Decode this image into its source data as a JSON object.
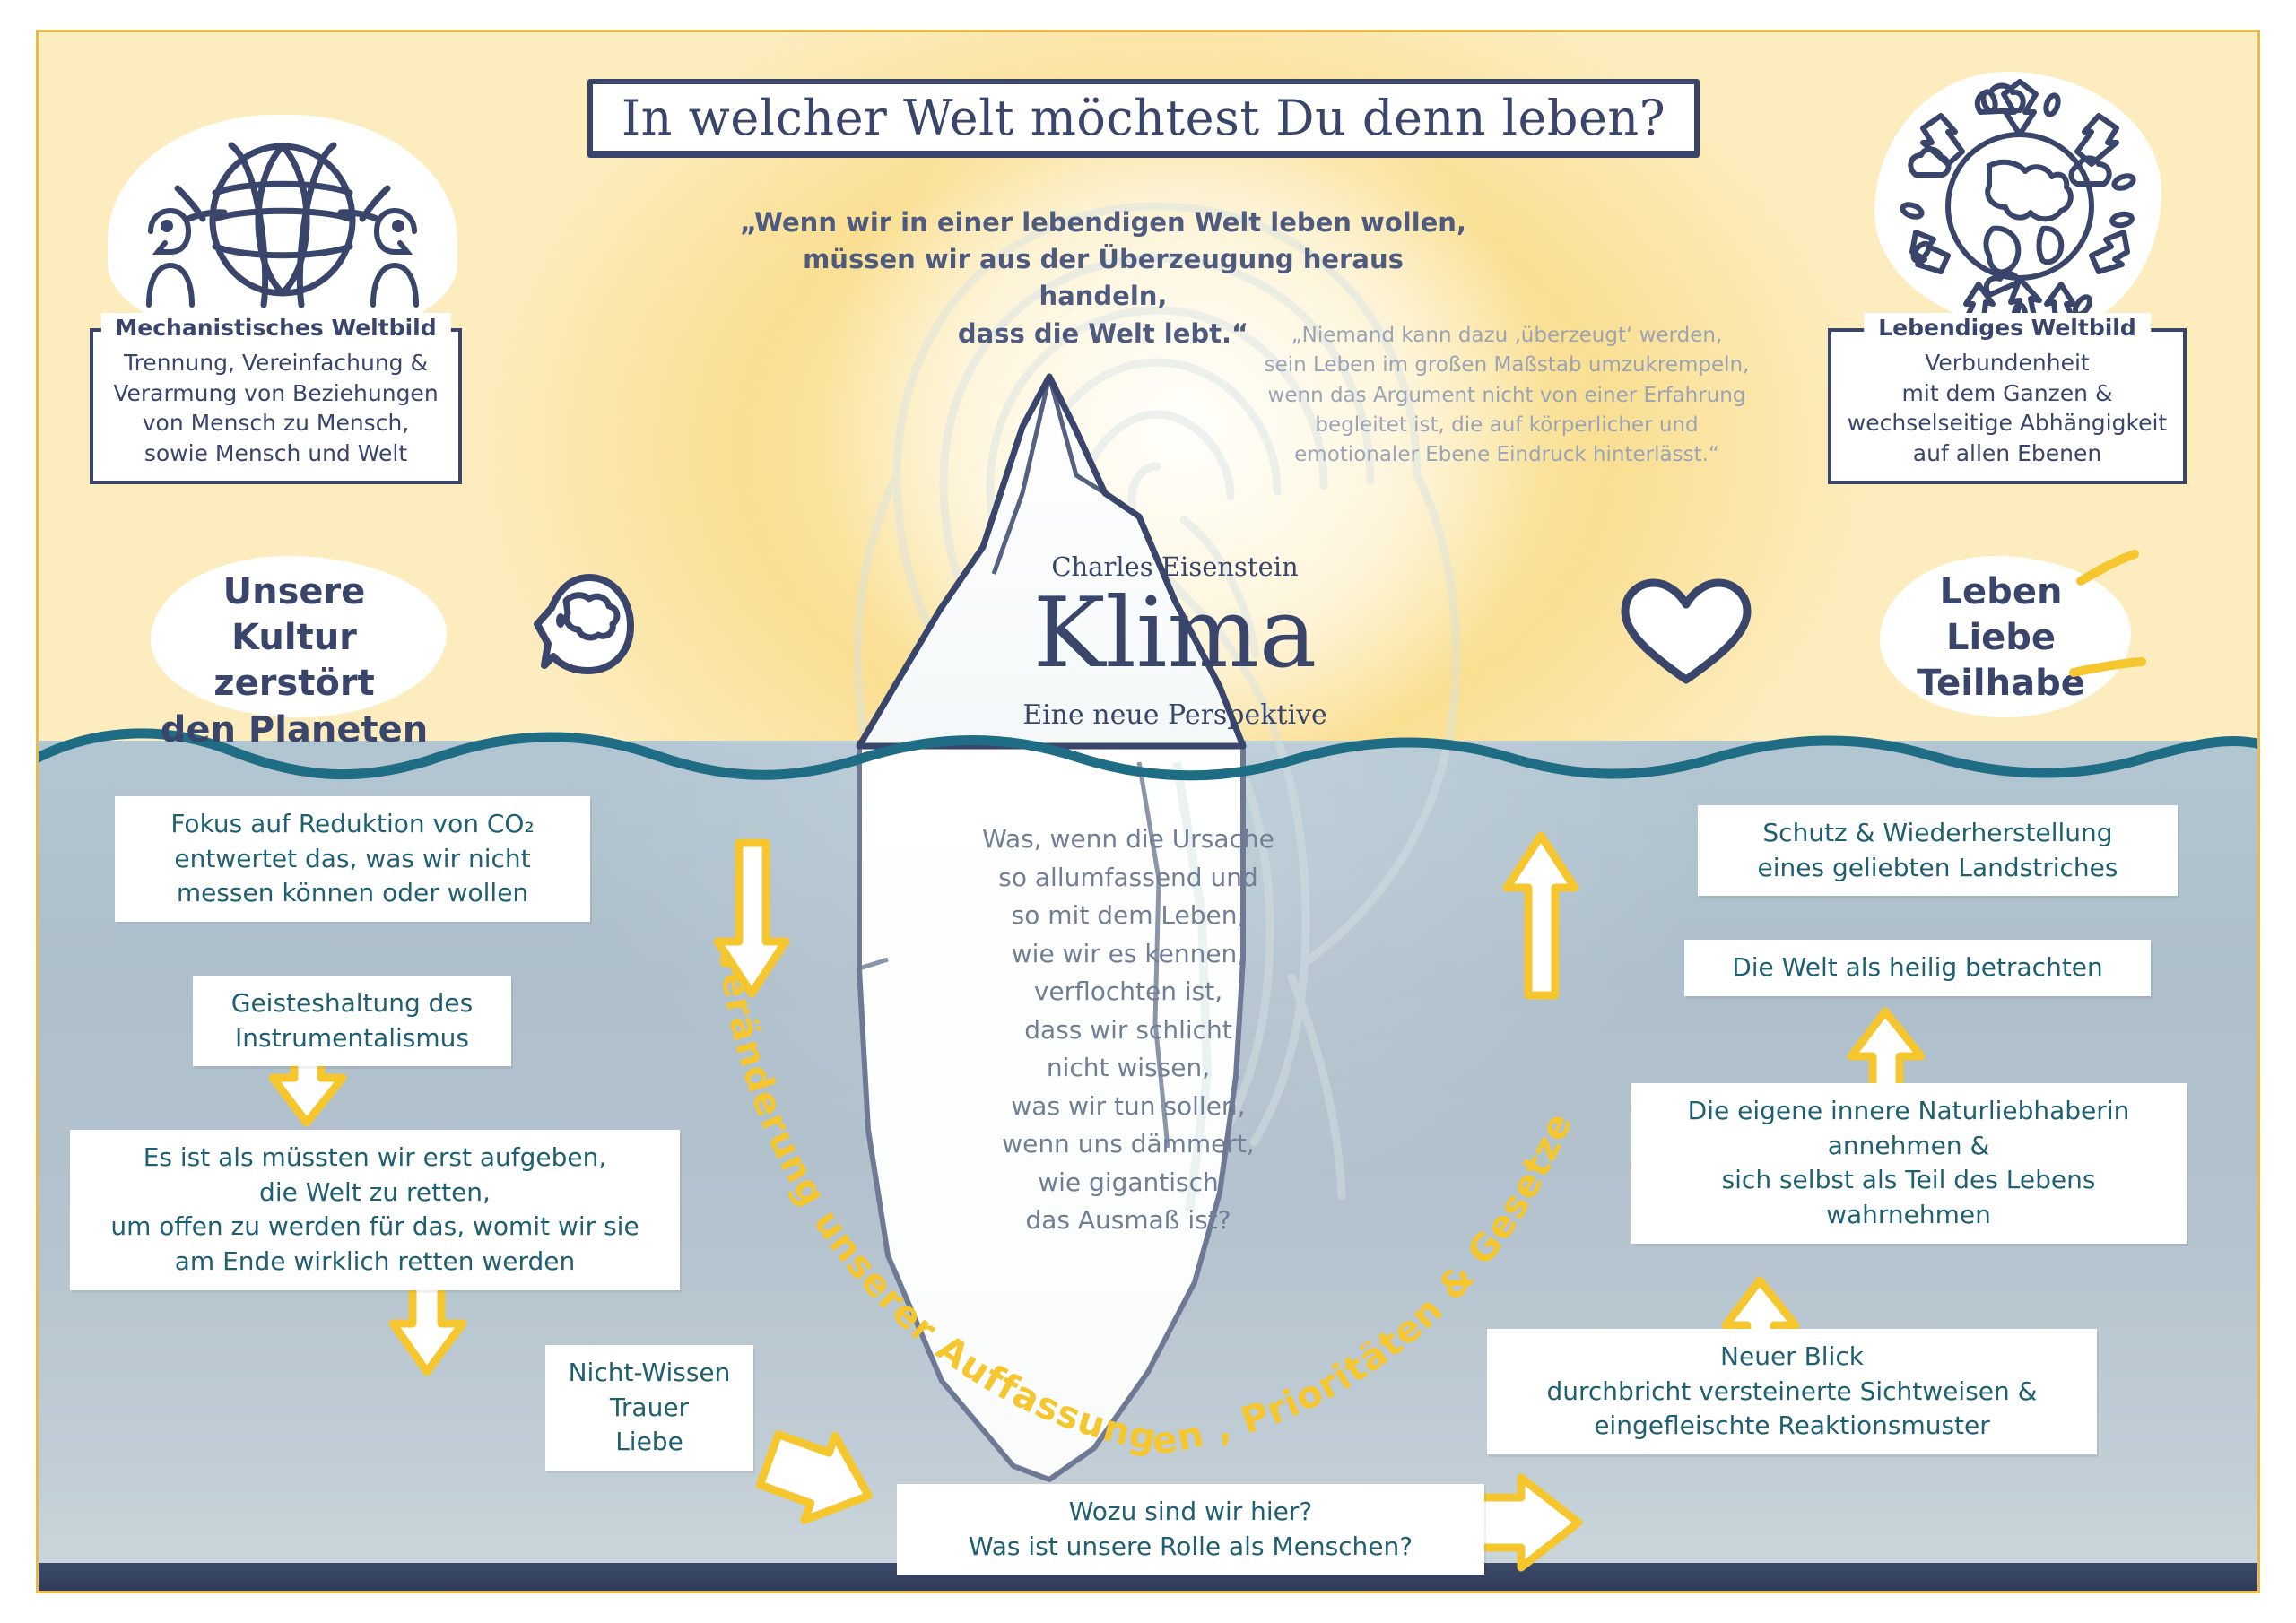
{
  "colors": {
    "ink": "#39456b",
    "accent_yellow": "#f8c73c",
    "sky": "#fadf92",
    "ocean": "#b2c6d2",
    "note_text": "#1f5f72",
    "muted_text": "#9aa4b4",
    "berg_text": "#717e96"
  },
  "header": {
    "title": "In welcher Welt möchtest Du denn leben?"
  },
  "quotes": {
    "main": [
      "„Wenn wir in einer lebendigen Welt leben wollen,",
      "müssen wir aus der Überzeugung heraus handeln,",
      "dass die Welt lebt.“"
    ],
    "side": [
      "„Niemand kann dazu ‚überzeugt‘ werden,",
      "sein Leben im großen Maßstab umzukrempeln,",
      "wenn das Argument nicht von einer Erfahrung",
      "begleitet ist, die auf körperlicher und",
      "emotionaler Ebene Eindruck hinterlässt.“"
    ]
  },
  "worldviews": {
    "left": {
      "title": "Mechanistisches Weltbild",
      "lines": [
        "Trennung, Vereinfachung &",
        "Verarmung von Beziehungen",
        "von Mensch zu Mensch,",
        "sowie Mensch und Welt"
      ],
      "icon": "mechanistic-globe-icon"
    },
    "right": {
      "title": "Lebendiges Weltbild",
      "lines": [
        "Verbundenheit",
        "mit dem Ganzen &",
        "wechselseitige Abhängigkeit",
        "auf allen Ebenen"
      ],
      "icon": "living-globe-icon"
    }
  },
  "slogans": {
    "left": [
      "Unsere Kultur",
      "zerstört",
      "den Planeten"
    ],
    "right": [
      "Leben",
      "Liebe",
      "Teilhabe"
    ]
  },
  "book": {
    "author": "Charles Eisenstein",
    "title": "Klima",
    "subtitle": "Eine neue Perspektive"
  },
  "iceberg_text": [
    "Was, wenn die Ursache",
    "so allumfassend und",
    "so mit dem Leben,",
    "wie wir es kennen,",
    "verflochten ist,",
    "dass wir schlicht",
    "nicht wissen,",
    "was wir tun sollen,",
    "wenn uns dämmert,",
    "wie gigantisch",
    "das Ausmaß ist?"
  ],
  "arc_label": "Veränderung unserer Auffassungen , Prioritäten & Gesetze",
  "notes": {
    "left": [
      {
        "id": "note-co2",
        "lines": [
          "Fokus auf Reduktion von CO₂",
          "entwertet das, was wir nicht",
          "messen können oder wollen"
        ]
      },
      {
        "id": "note-instrumentalismus",
        "lines": [
          "Geisteshaltung des",
          "Instrumentalismus"
        ]
      },
      {
        "id": "note-aufgeben",
        "lines": [
          "Es ist als müssten wir erst aufgeben,",
          "die Welt zu retten,",
          "um offen zu werden für das, womit wir sie",
          "am Ende wirklich retten werden"
        ]
      },
      {
        "id": "note-nichtwissen",
        "lines": [
          "Nicht-Wissen",
          "Trauer",
          "Liebe"
        ]
      }
    ],
    "bottom": {
      "id": "note-wozu",
      "lines": [
        "Wozu sind wir hier?",
        "Was ist unsere Rolle als Menschen?"
      ]
    },
    "right": [
      {
        "id": "note-schutz",
        "lines": [
          "Schutz & Wiederherstellung",
          "eines geliebten Landstriches"
        ]
      },
      {
        "id": "note-heilig",
        "lines": [
          "Die Welt als heilig betrachten"
        ]
      },
      {
        "id": "note-naturliebhaberin",
        "lines": [
          "Die eigene innere Naturliebhaberin",
          "annehmen &",
          "sich selbst als Teil des Lebens",
          "wahrnehmen"
        ]
      },
      {
        "id": "note-neuerblick",
        "lines": [
          "Neuer Blick",
          "durchbricht versteinerte Sichtweisen &",
          "eingefleischte Reaktionsmuster"
        ]
      }
    ]
  },
  "icons": {
    "head_brain": "head-with-brain-icon",
    "heart": "heart-icon",
    "globe_mechanistic": "globe-grid-icon",
    "globe_living": "globe-plants-icon"
  }
}
